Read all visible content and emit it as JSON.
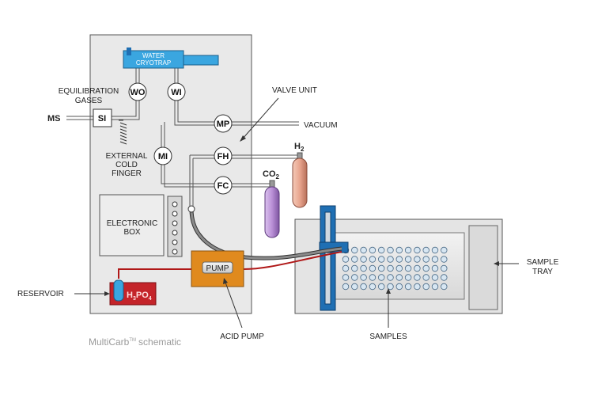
{
  "title": "MultiCarb",
  "title_tm": "TM",
  "title_suffix": "schematic",
  "trap": {
    "line1": "WATER",
    "line2": "CRYOTRAP"
  },
  "valves": {
    "wo": "WO",
    "wi": "WI",
    "mp": "MP",
    "mi": "MI",
    "fh": "FH",
    "fc": "FC",
    "si": "SI"
  },
  "labels": {
    "equilibration1": "EQUILIBRATION",
    "equilibration2": "GASES",
    "ms": "MS",
    "external1": "EXTERNAL",
    "external2": "COLD",
    "external3": "FINGER",
    "valve_unit": "VALVE UNIT",
    "vacuum": "VACUUM",
    "h2": "H",
    "h2_sub": "2",
    "co2": "CO",
    "co2_sub": "2",
    "electronic1": "ELECTRONIC",
    "electronic2": "BOX",
    "pump": "PUMP",
    "reservoir": "RESERVOIR",
    "acid": "H",
    "acid_sub1": "3",
    "acid_mid": "PO",
    "acid_sub2": "4",
    "acid_pump": "ACID PUMP",
    "samples": "SAMPLES",
    "sample_tray1": "SAMPLE",
    "sample_tray2": "TRAY"
  },
  "colors": {
    "panel": "#e9e9e9",
    "cryotrap": "#3aa6e0",
    "arm": "#1f6fb3",
    "acid_box": "#c4242a",
    "pump_box": "#e08a1e",
    "tube": "#b01818",
    "h2_cylinder": "#e8a58e",
    "co2_cylinder": "#b98fd6"
  }
}
